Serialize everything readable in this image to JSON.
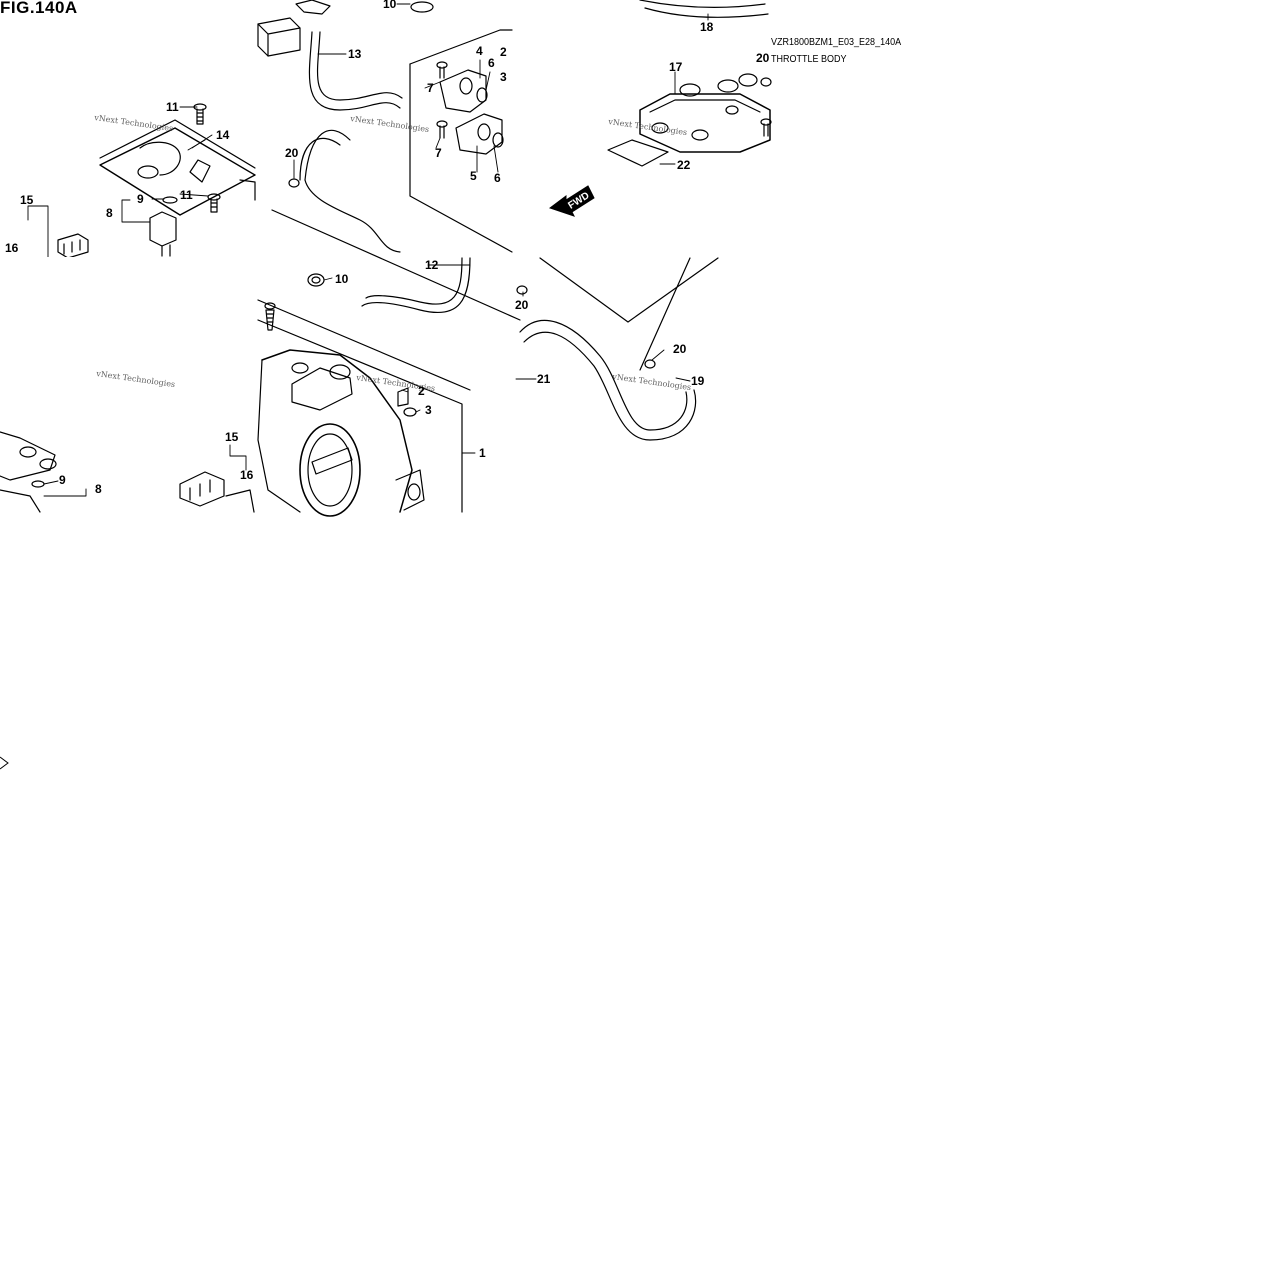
{
  "figure": {
    "title": "FIG.140A",
    "code": "VZR1800BZM1_E03_E28_140A",
    "caption": "THROTTLE BODY"
  },
  "watermark": "vNext Technologies",
  "direction_arrow": "FWD",
  "callouts": {
    "c1": "1",
    "c2": "2",
    "c3": "3",
    "c4": "4",
    "c5": "5",
    "c6": "6",
    "c7": "7",
    "c8": "8",
    "c9": "9",
    "c10": "10",
    "c11": "11",
    "c12": "12",
    "c13": "13",
    "c14": "14",
    "c15": "15",
    "c16": "16",
    "c17": "17",
    "c18": "18",
    "c19": "19",
    "c20": "20",
    "c21": "21",
    "c22": "22"
  }
}
